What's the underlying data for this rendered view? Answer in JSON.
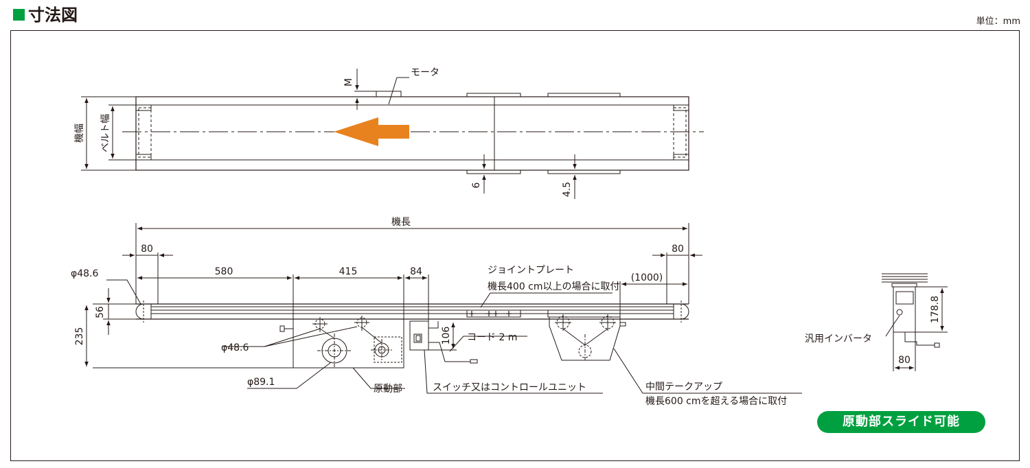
{
  "header": {
    "title": "寸法図",
    "unit": "単位：mm"
  },
  "top_view": {
    "motor_label": "モータ",
    "m_label": "M",
    "machine_width_label": "機幅",
    "belt_width_label": "ベルト幅",
    "dim_6": "6",
    "dim_4_5": "4.5",
    "arrow_color": "#e8821e"
  },
  "side_view": {
    "machine_length_label": "機長",
    "dim_80_left": "80",
    "dim_80_right": "80",
    "dim_580": "580",
    "dim_415": "415",
    "dim_84": "84",
    "dim_1000": "(1000)",
    "dim_56": "56",
    "dim_235": "235",
    "dim_106": "106",
    "dia_48_6_top": "φ48.6",
    "dia_48_6_drive": "φ48.6",
    "dia_89_1": "φ89.1",
    "joint_plate_label": "ジョイントプレート",
    "joint_plate_note": "機長400 cm以上の場合に取付",
    "cord_label": "コード 2 m",
    "drive_unit_label": "原動部",
    "switch_label": "スイッチ又はコントロールユニット",
    "takeup_label": "中間テークアップ",
    "takeup_note": "機長600 cmを超える場合に取付"
  },
  "inverter_view": {
    "label": "汎用インバータ",
    "dim_178_8": "178.8",
    "dim_80": "80"
  },
  "badge": {
    "label": "原動部スライド可能",
    "color": "#00a040"
  }
}
